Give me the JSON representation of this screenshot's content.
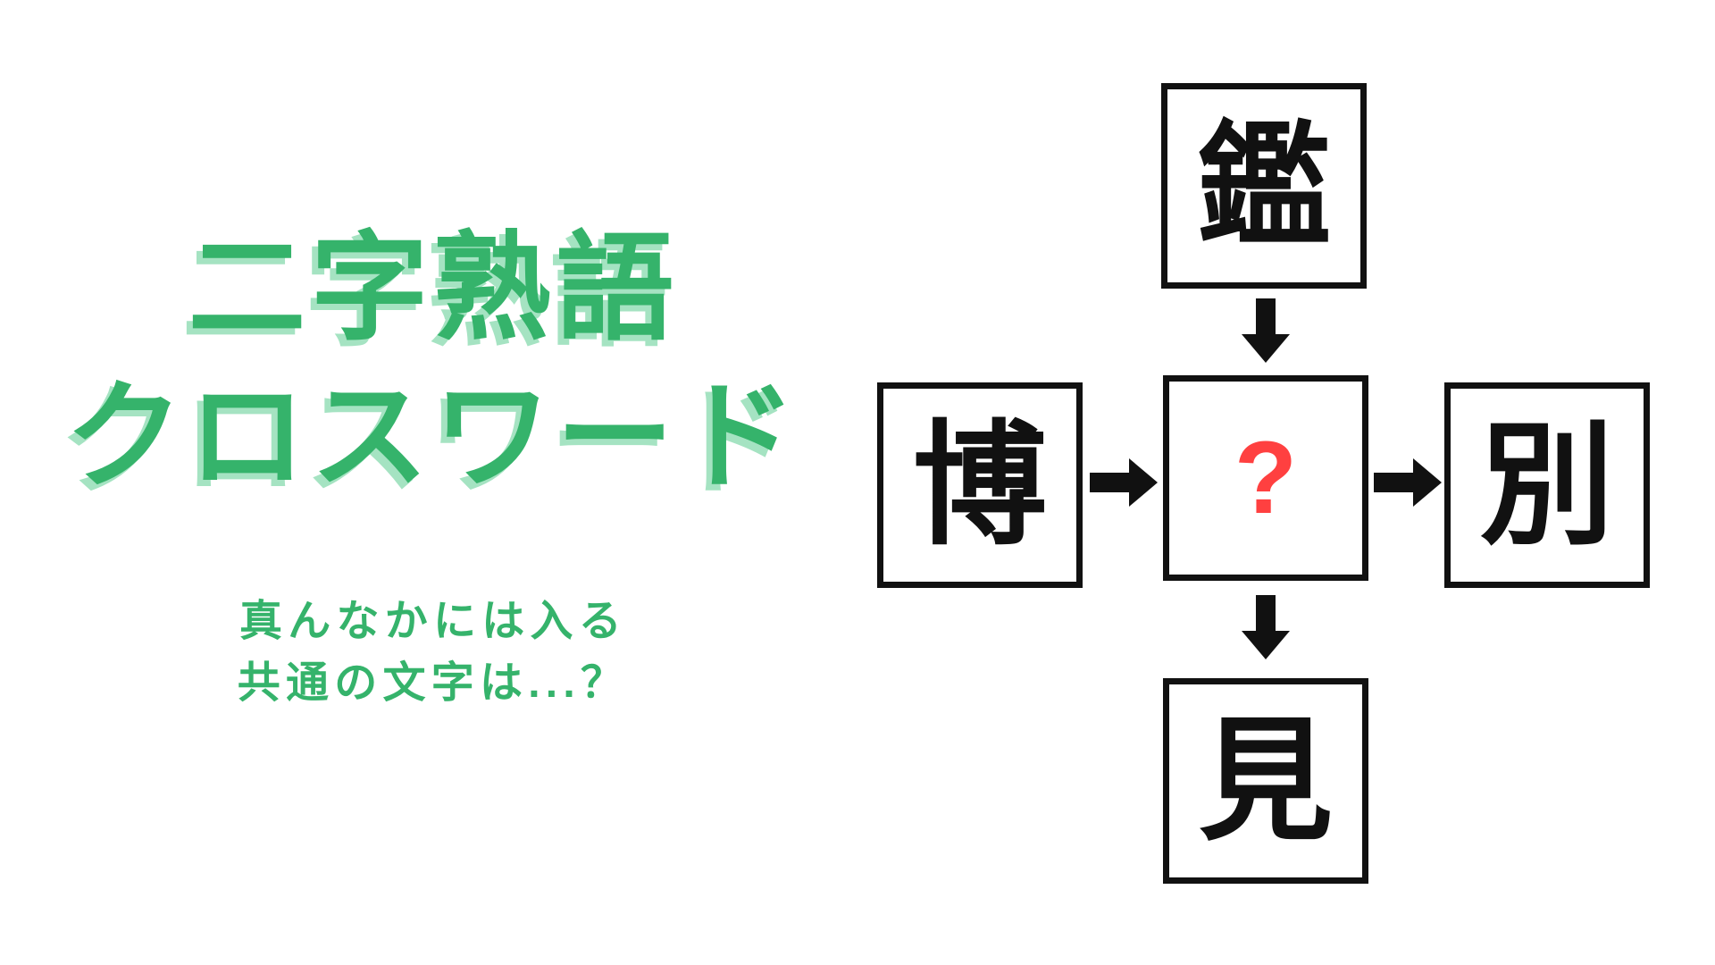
{
  "title": {
    "line1": "二字熟語",
    "line2": "クロスワード"
  },
  "subtitle": {
    "line1": "真んなかには入る",
    "line2": "共通の文字は...？"
  },
  "puzzle": {
    "top": "鑑",
    "left": "博",
    "center": "?",
    "right": "別",
    "bottom": "見"
  },
  "colors": {
    "green": "#35b36b",
    "green_shadow": "#a5e3c2",
    "red": "#ff4040",
    "ink": "#111111",
    "bg": "#ffffff"
  }
}
